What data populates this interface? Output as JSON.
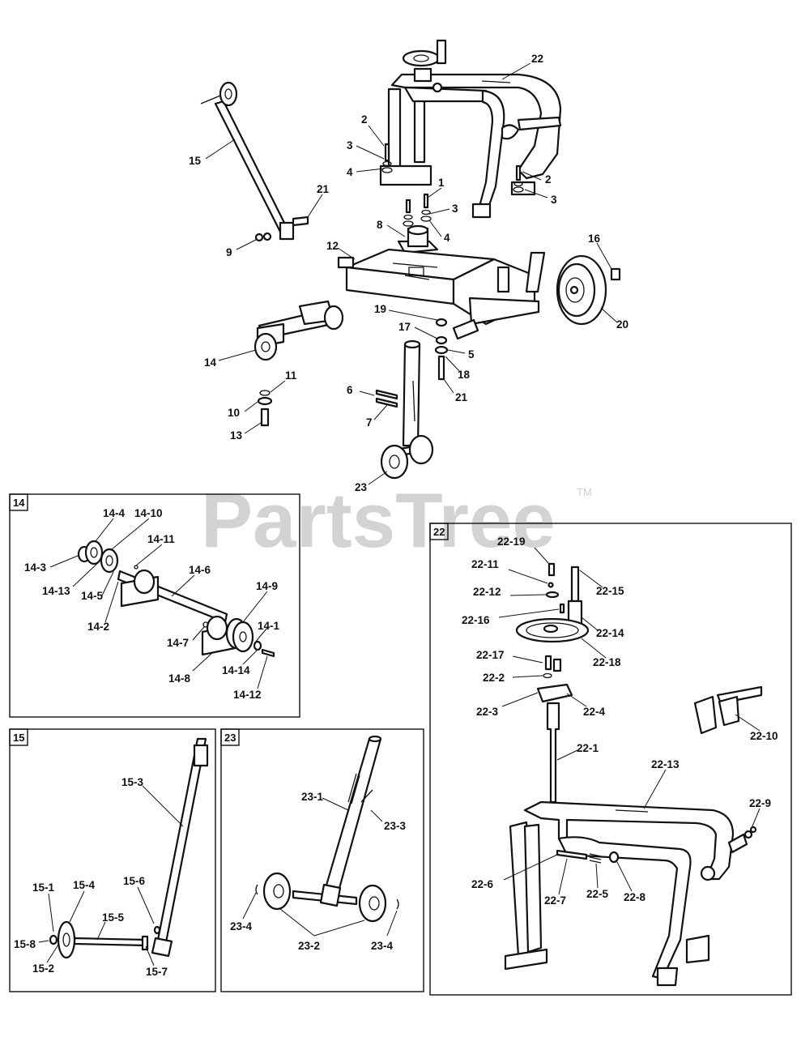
{
  "watermark": {
    "text": "PartsTree",
    "trademark": "TM"
  },
  "main_callouts": [
    "22",
    "2",
    "3",
    "4",
    "2",
    "3",
    "1",
    "3",
    "4",
    "8",
    "15",
    "21",
    "9",
    "12",
    "16",
    "20",
    "19",
    "17",
    "5",
    "18",
    "14",
    "21",
    "11",
    "10",
    "13",
    "6",
    "7",
    "23"
  ],
  "inset_14": {
    "id": "14",
    "callouts": [
      "14-4",
      "14-10",
      "14-11",
      "14-3",
      "14-13",
      "14-5",
      "14-6",
      "14-2",
      "14-9",
      "14-7",
      "14-1",
      "14-8",
      "14-14",
      "14-12"
    ]
  },
  "inset_15": {
    "id": "15",
    "callouts": [
      "15-3",
      "15-1",
      "15-4",
      "15-6",
      "15-5",
      "15-8",
      "15-2",
      "15-7"
    ]
  },
  "inset_23": {
    "id": "23",
    "callouts": [
      "23-1",
      "23-3",
      "23-4",
      "23-2",
      "23-4"
    ]
  },
  "inset_22": {
    "id": "22",
    "callouts": [
      "22-19",
      "22-11",
      "22-15",
      "22-12",
      "22-16",
      "22-14",
      "22-18",
      "22-17",
      "22-2",
      "22-3",
      "22-4",
      "22-10",
      "22-1",
      "22-13",
      "22-9",
      "22-6",
      "22-7",
      "22-5",
      "22-8"
    ]
  }
}
